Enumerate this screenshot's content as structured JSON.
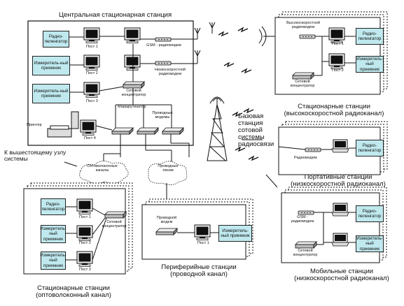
{
  "central": {
    "title": "Центральная стационарная станция"
  },
  "labels": {
    "radio_direction_finder": "Радио-пеленгатор",
    "measuring_receiver": "Измеритель-ный приемник",
    "post1": "Пост 1",
    "post2": "Пост 2",
    "post3": "Пост 3",
    "post4": "Пост 4",
    "printer": "Принтер",
    "gsm_modem": "GSM - радиомодем",
    "lowspeed_modem": "Низкоскоростной радиомодем",
    "highspeed_modem": "Высокоскоростной радиомодем",
    "network_hub": "Сетевой концентратор",
    "router": "Маршрутизатор",
    "wired_modems": "Проводные модемы",
    "radiomodem": "Радиомодем",
    "wired_modem": "Проводной модем"
  },
  "clouds": {
    "optic": "Оптоволоконные каналы",
    "wired": "Проводные линии"
  },
  "upper": "К вышестоящему узлу системы",
  "base_station": "Базовая станция сотовой системы радиосвязи",
  "groups": {
    "stationary_high": "Стационарные станции (высокоскоростной радиоканал)",
    "portable_low": "Портативные станции (низкоскоростной радиоканал)",
    "mobile_low": "Мобильные станции (низкоскоростной радиоканал)",
    "peripheral_wired": "Периферийные станции (проводной канал)",
    "stationary_optic": "Стационарные станции (оптоволоконный канал)"
  }
}
